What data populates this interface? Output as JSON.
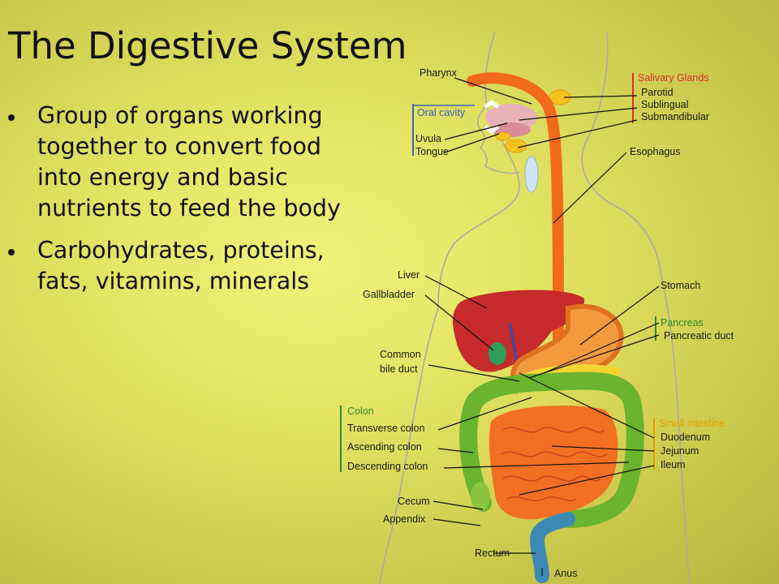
{
  "slide": {
    "title": "The Digestive System",
    "bullets": [
      "Group of organs working together to convert food into energy and basic nutrients to feed the body",
      "Carbohydrates, proteins, fats, vitamins, minerals"
    ]
  },
  "diagram": {
    "labels": {
      "pharynx": "Pharynx",
      "salivary_glands": "Salivary Glands",
      "parotid": "Parotid",
      "sublingual": "Sublingual",
      "submandibular": "Submandibular",
      "oral_cavity": "Oral cavity",
      "uvula": "Uvula",
      "tongue": "Tongue",
      "esophagus": "Esophagus",
      "liver": "Liver",
      "gallbladder": "Gallbladder",
      "stomach": "Stomach",
      "pancreas": "Pancreas",
      "pancreatic_duct": "Pancreatic duct",
      "common_bile_duct_1": "Common",
      "common_bile_duct_2": "bile duct",
      "colon": "Colon",
      "transverse_colon": "Transverse colon",
      "ascending_colon": "Ascending colon",
      "descending_colon": "Descending colon",
      "small_intestine": "Small intestine",
      "duodenum": "Duodenum",
      "jejunum": "Jejunum",
      "ileum": "Ileum",
      "cecum": "Cecum",
      "appendix": "Appendix",
      "rectum": "Rectum",
      "anus": "Anus"
    },
    "colors": {
      "esophagus": "#f26b1d",
      "liver": "#c62a2a",
      "stomach": "#f39a3c",
      "colon": "#6ab42e",
      "small_intestine": "#f36f22",
      "rectum": "#3d8bb5",
      "salivary": "#f7c21b",
      "group_red": "#d8312e",
      "group_blue": "#3a63c0",
      "group_green": "#2f8a2b",
      "group_yellow": "#e0a000"
    }
  }
}
